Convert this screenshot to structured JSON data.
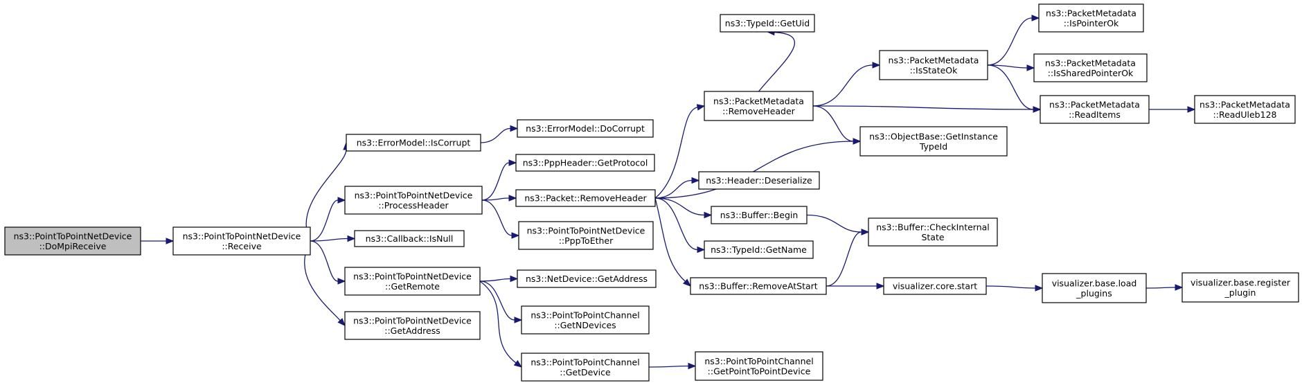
{
  "graph": {
    "nodes": [
      {
        "id": "n_dompi",
        "lines": [
          "ns3::PointToPointNetDevice",
          "::DoMpiReceive"
        ],
        "highlight": true
      },
      {
        "id": "n_receive",
        "lines": [
          "ns3::PointToPointNetDevice",
          "::Receive"
        ]
      },
      {
        "id": "n_iscorrupt",
        "lines": [
          "ns3::ErrorModel::IsCorrupt"
        ]
      },
      {
        "id": "n_docorrupt",
        "lines": [
          "ns3::ErrorModel::DoCorrupt"
        ]
      },
      {
        "id": "n_processheader",
        "lines": [
          "ns3::PointToPointNetDevice",
          "::ProcessHeader"
        ]
      },
      {
        "id": "n_getprotocol",
        "lines": [
          "ns3::PppHeader::GetProtocol"
        ]
      },
      {
        "id": "n_pkt_removeheader",
        "lines": [
          "ns3::Packet::RemoveHeader"
        ]
      },
      {
        "id": "n_ppptoether",
        "lines": [
          "ns3::PointToPointNetDevice",
          "::PppToEther"
        ]
      },
      {
        "id": "n_isnull",
        "lines": [
          "ns3::Callback::IsNull"
        ]
      },
      {
        "id": "n_getremote",
        "lines": [
          "ns3::PointToPointNetDevice",
          "::GetRemote"
        ]
      },
      {
        "id": "n_getaddress_p2p",
        "lines": [
          "ns3::PointToPointNetDevice",
          "::GetAddress"
        ]
      },
      {
        "id": "n_netdev_getaddress",
        "lines": [
          "ns3::NetDevice::GetAddress"
        ]
      },
      {
        "id": "n_getndevices",
        "lines": [
          "ns3::PointToPointChannel",
          "::GetNDevices"
        ]
      },
      {
        "id": "n_getdevice",
        "lines": [
          "ns3::PointToPointChannel",
          "::GetDevice"
        ]
      },
      {
        "id": "n_getp2pdevice",
        "lines": [
          "ns3::PointToPointChannel",
          "::GetPointToPointDevice"
        ]
      },
      {
        "id": "n_pm_removeheader",
        "lines": [
          "ns3::PacketMetadata",
          "::RemoveHeader"
        ]
      },
      {
        "id": "n_header_deserialize",
        "lines": [
          "ns3::Header::Deserialize"
        ]
      },
      {
        "id": "n_buffer_begin",
        "lines": [
          "ns3::Buffer::Begin"
        ]
      },
      {
        "id": "n_typeid_getname",
        "lines": [
          "ns3::TypeId::GetName"
        ]
      },
      {
        "id": "n_buffer_removeatstart",
        "lines": [
          "ns3::Buffer::RemoveAtStart"
        ]
      },
      {
        "id": "n_typeid_getuid",
        "lines": [
          "ns3::TypeId::GetUid"
        ]
      },
      {
        "id": "n_pm_isstateok",
        "lines": [
          "ns3::PacketMetadata",
          "::IsStateOk"
        ]
      },
      {
        "id": "n_objectbase_getinstancetypeid",
        "lines": [
          "ns3::ObjectBase::GetInstance",
          "TypeId"
        ]
      },
      {
        "id": "n_buffer_checkinternalstate",
        "lines": [
          "ns3::Buffer::CheckInternal",
          "State"
        ]
      },
      {
        "id": "n_viz_core_start",
        "lines": [
          "visualizer.core.start"
        ]
      },
      {
        "id": "n_pm_ispointerok",
        "lines": [
          "ns3::PacketMetadata",
          "::IsPointerOk"
        ]
      },
      {
        "id": "n_pm_issharedpointerok",
        "lines": [
          "ns3::PacketMetadata",
          "::IsSharedPointerOk"
        ]
      },
      {
        "id": "n_pm_readitems",
        "lines": [
          "ns3::PacketMetadata",
          "::ReadItems"
        ]
      },
      {
        "id": "n_pm_readuleb128",
        "lines": [
          "ns3::PacketMetadata",
          "::ReadUleb128"
        ]
      },
      {
        "id": "n_viz_load_plugins",
        "lines": [
          "visualizer.base.load",
          "_plugins"
        ]
      },
      {
        "id": "n_viz_register_plugin",
        "lines": [
          "visualizer.base.register",
          "_plugin"
        ]
      }
    ],
    "edges": [
      [
        "n_dompi",
        "n_receive"
      ],
      [
        "n_receive",
        "n_iscorrupt"
      ],
      [
        "n_receive",
        "n_processheader"
      ],
      [
        "n_receive",
        "n_isnull"
      ],
      [
        "n_receive",
        "n_getremote"
      ],
      [
        "n_receive",
        "n_getaddress_p2p"
      ],
      [
        "n_iscorrupt",
        "n_docorrupt"
      ],
      [
        "n_processheader",
        "n_getprotocol"
      ],
      [
        "n_processheader",
        "n_pkt_removeheader"
      ],
      [
        "n_processheader",
        "n_ppptoether"
      ],
      [
        "n_getremote",
        "n_netdev_getaddress"
      ],
      [
        "n_getremote",
        "n_getndevices"
      ],
      [
        "n_getremote",
        "n_getdevice"
      ],
      [
        "n_getdevice",
        "n_getp2pdevice"
      ],
      [
        "n_pkt_removeheader",
        "n_pm_removeheader"
      ],
      [
        "n_pkt_removeheader",
        "n_objectbase_getinstancetypeid"
      ],
      [
        "n_pkt_removeheader",
        "n_header_deserialize"
      ],
      [
        "n_pkt_removeheader",
        "n_buffer_begin"
      ],
      [
        "n_pkt_removeheader",
        "n_typeid_getname"
      ],
      [
        "n_pkt_removeheader",
        "n_buffer_removeatstart"
      ],
      [
        "n_pm_removeheader",
        "n_typeid_getuid"
      ],
      [
        "n_pm_removeheader",
        "n_pm_isstateok"
      ],
      [
        "n_pm_removeheader",
        "n_pm_readitems"
      ],
      [
        "n_pm_removeheader",
        "n_objectbase_getinstancetypeid"
      ],
      [
        "n_pm_isstateok",
        "n_pm_ispointerok"
      ],
      [
        "n_pm_isstateok",
        "n_pm_issharedpointerok"
      ],
      [
        "n_pm_isstateok",
        "n_pm_readitems"
      ],
      [
        "n_pm_readitems",
        "n_pm_readuleb128"
      ],
      [
        "n_buffer_begin",
        "n_buffer_checkinternalstate"
      ],
      [
        "n_buffer_removeatstart",
        "n_buffer_checkinternalstate"
      ],
      [
        "n_buffer_removeatstart",
        "n_viz_core_start"
      ],
      [
        "n_viz_core_start",
        "n_viz_load_plugins"
      ],
      [
        "n_viz_load_plugins",
        "n_viz_register_plugin"
      ]
    ],
    "colors": {
      "edge": "#191970",
      "node_fill": "#ffffff",
      "node_highlight_fill": "#bfbfbf",
      "node_border": "#000000"
    }
  }
}
